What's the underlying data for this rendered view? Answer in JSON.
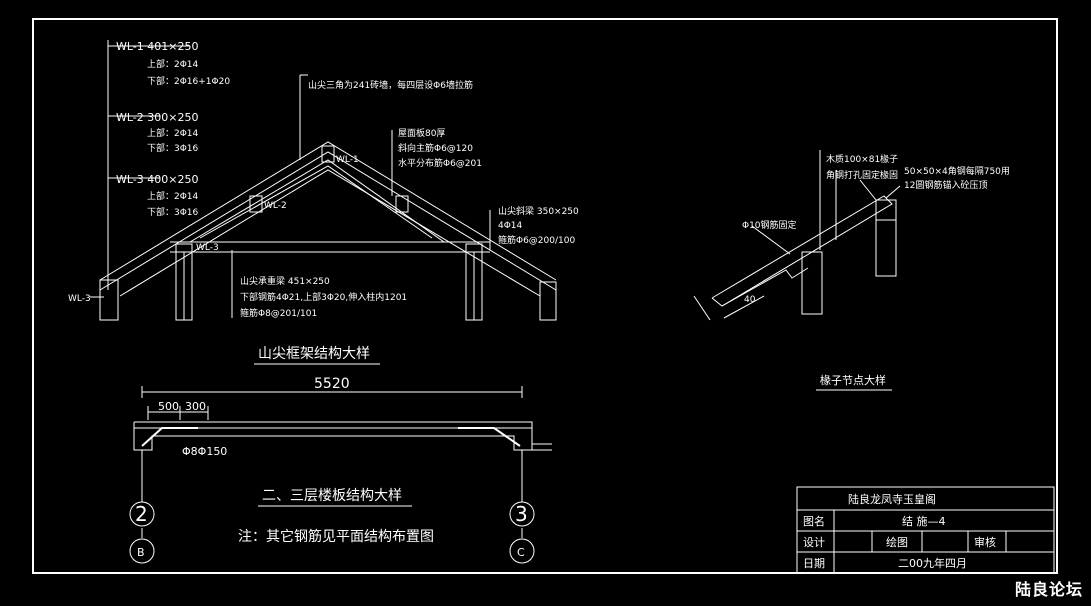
{
  "left_labels": {
    "wl1_title": "WL-1 401×250",
    "wl1_top": "上部：2Φ14",
    "wl1_bot": "下部：2Φ16+1Φ20",
    "wl2_title": "WL-2 300×250",
    "wl2_top": "上部：2Φ14",
    "wl2_bot": "下部：3Φ16",
    "wl3_title": "WL-3 400×250",
    "wl3_top": "上部：2Φ14",
    "wl3_bot": "下部：3Φ16"
  },
  "truss_labels": {
    "gable_wall": "山尖三角为241砖墙，每四层设Φ6墙拉筋",
    "roof_slab_1": "屋面板80厚",
    "roof_slab_2": "斜向主筋Φ6@120",
    "roof_slab_3": "水平分布筋Φ6@201",
    "gable_beam_1": "山尖斜梁 350×250",
    "gable_beam_2": "4Φ14",
    "gable_beam_3": "箍筋Φ6@200/100",
    "tie_beam_1": "山尖承重梁 451×250",
    "tie_beam_2": "下部钢筋4Φ21,上部3Φ20,伸入柱内1201",
    "tie_beam_3": "箍筋Φ8@201/101",
    "wl1": "WL-1",
    "wl2": "WL-2",
    "wl3_left": "WL-3",
    "wl3_inner": "WL-3"
  },
  "titles": {
    "truss": "山尖框架结构大样",
    "slab": "二、三层楼板结构大样",
    "rafter": "椽子节点大样",
    "note": "注：其它钢筋见平面结构布置图"
  },
  "slab": {
    "dim_total": "5520",
    "dim_a": "500",
    "dim_b": "300",
    "rebar": "Φ8Φ150"
  },
  "axes": {
    "axis_2": "2",
    "axis_3": "3",
    "axis_b": "B",
    "axis_c": "C"
  },
  "rafter_labels": {
    "wood_rafter": "木质100×81椽子",
    "angle_iron": "角钢打孔固定椽固",
    "angle_steel": "50×50×4角钢每隔750用",
    "anchor": "12圆钢筋锚入砼压顶",
    "rebar_fix": "Φ10钢筋固定",
    "dim": "40"
  },
  "title_block": {
    "project": "陆良龙凤寺玉皇阁",
    "drawing_name_label": "图名",
    "drawing_name": "结 施—4",
    "design_label": "设计",
    "drawn_label": "绘图",
    "check_label": "审核",
    "date_label": "日期",
    "date": "二00九年四月"
  },
  "watermark": "陆良论坛"
}
